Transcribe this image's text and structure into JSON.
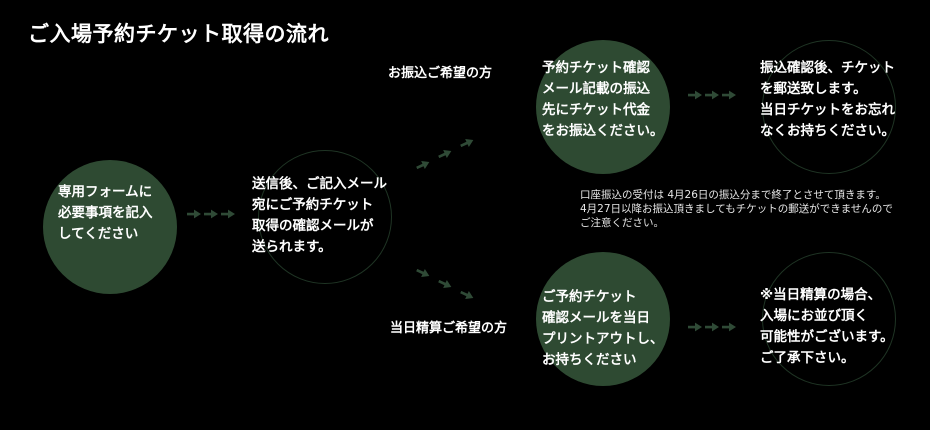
{
  "title": "ご入場予約チケット取得の流れ",
  "steps": {
    "form": "専用フォームに\n必要事項を記入\nしてください",
    "email": "送信後、ご記入メール\n宛にご予約チケット\n取得の確認メールが\n送られます。",
    "transfer_confirm": "予約チケット確認\nメール記載の振込\n先にチケット代金\nをお振込ください。",
    "mail_ticket": "振込確認後、チケット\nを郵送致します。\n当日チケットをお忘れ\nなくお持ちください。",
    "print_ticket": "ご予約チケット\n確認メールを当日\nプリントアウトし、\nお持ちください",
    "onsite_note": "※当日精算の場合、\n入場にお並び頂く\n可能性がございます。\nご了承下さい。"
  },
  "branches": {
    "transfer": "お振込ご希望の方",
    "onsite": "当日精算ご希望の方"
  },
  "note": "口座振込の受付は 4月26日の振込分まで終了とさせて頂きます。\n4月27日以降お振込頂きましてもチケットの郵送ができませんので\nご注意ください。",
  "colors": {
    "background": "#000000",
    "circle_fill": "#2e4a32",
    "circle_outline": "#1f3424",
    "arrow": "#2f4a36",
    "text": "#ffffff"
  }
}
